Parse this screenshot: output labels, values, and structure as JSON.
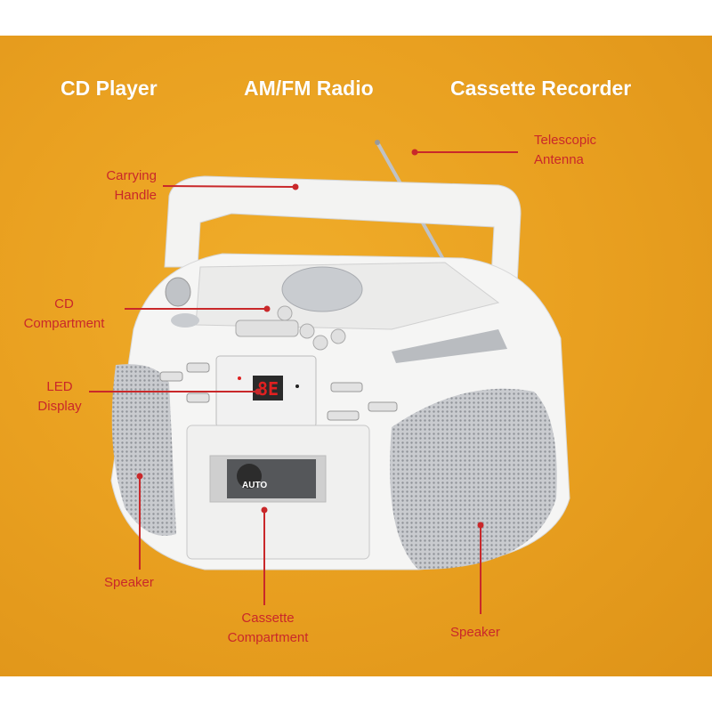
{
  "headings": [
    "CD Player",
    "AM/FM Radio",
    "Cassette Recorder"
  ],
  "callouts": {
    "antenna": [
      "Telescopic",
      "Antenna"
    ],
    "handle": [
      "Carrying",
      "Handle"
    ],
    "cd": [
      "CD",
      "Compartment"
    ],
    "led": [
      "LED",
      "Display"
    ],
    "speaker_left": "Speaker",
    "cassette": [
      "Cassette",
      "Compartment"
    ],
    "speaker_right": "Speaker"
  },
  "cassette_window_text": "AUTO",
  "colors": {
    "background": "#e9a020",
    "callout": "#c9282a",
    "heading": "#ffffff",
    "led": "#e02020"
  }
}
